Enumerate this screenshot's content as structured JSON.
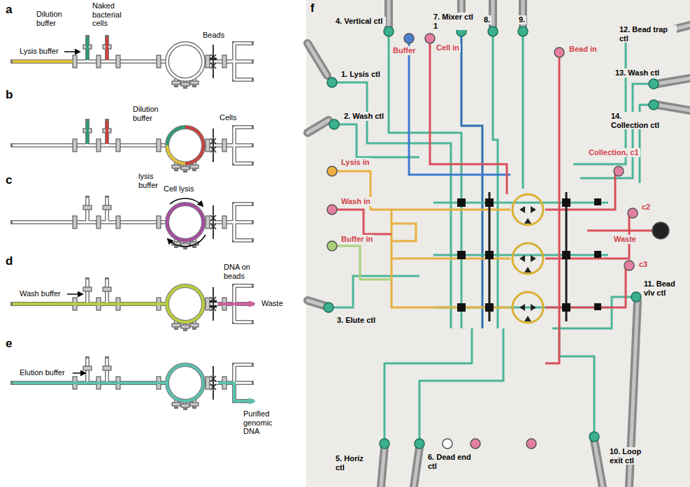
{
  "diagram": {
    "labels": [
      "a",
      "Dilution buffer",
      "Naked bacterial cells",
      "Lysis buffer",
      "Beads",
      "b",
      "Dilution buffer",
      "Cells",
      "lysis buffer",
      "c",
      "Cell lysis",
      "d",
      "Wash buffer",
      "DNA on beads",
      "Waste",
      "e",
      "Elution buffer",
      "Purified genomic DNA",
      "f",
      "4. Vertical ctl",
      "7. Mixer ctl 1",
      "8.",
      "9.",
      "12. Bead trap ctl",
      "Buffer",
      "Cell in",
      "Bead in",
      "1. Lysis ctl",
      "13. Wash ctl",
      "14. Collection ctl",
      "2. Wash ctl",
      "Collection, c1",
      "Lysis in",
      "c2",
      "Wash in",
      "Waste",
      "c3",
      "Buffer in",
      "11. Bead vlv ctl",
      "3. Elute ctl",
      "5. Horiz ctl",
      "6. Dead end ctl",
      "10. Loop exit ctl"
    ]
  }
}
